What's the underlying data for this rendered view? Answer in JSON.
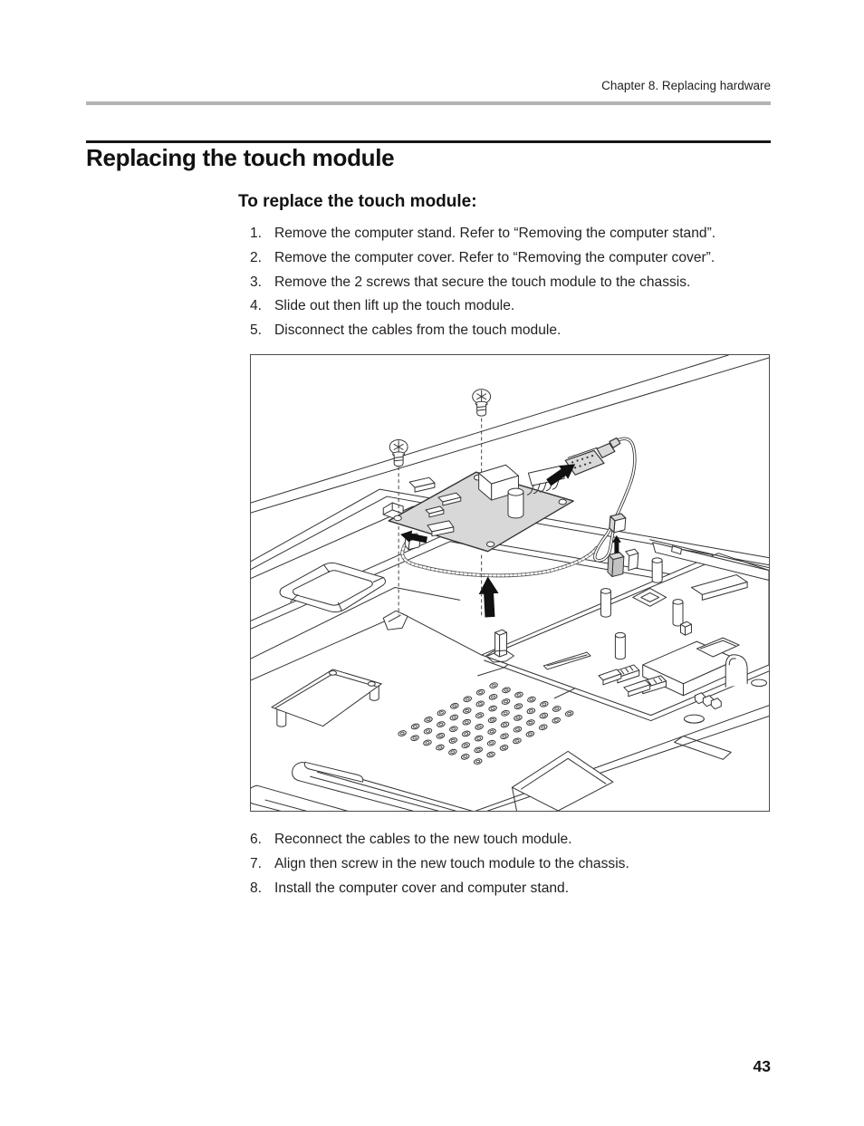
{
  "header": {
    "chapter_label": "Chapter 8. Replacing hardware"
  },
  "title": "Replacing the touch module",
  "section": {
    "heading": "To replace the touch module:",
    "steps_before_figure": [
      {
        "num": "1.",
        "text": "Remove the computer stand. Refer to “Removing the computer stand”."
      },
      {
        "num": "2.",
        "text": "Remove the computer cover. Refer to “Removing the computer cover”."
      },
      {
        "num": "3.",
        "text": "Remove the 2 screws that secure the touch module to the chassis."
      },
      {
        "num": "4.",
        "text": "Slide out then lift up the touch module."
      },
      {
        "num": "5.",
        "text": "Disconnect the cables from the touch module."
      }
    ],
    "steps_after_figure": [
      {
        "num": "6.",
        "text": "Reconnect the cables to the new touch module."
      },
      {
        "num": "7.",
        "text": "Align then screw in the new touch module to the chassis."
      },
      {
        "num": "8.",
        "text": "Install the computer cover and computer stand."
      }
    ]
  },
  "page": {
    "number": "43"
  },
  "colors": {
    "rule_gray": "#b3b3b3",
    "text_black": "#231f20",
    "pcb_fill": "#d8d8d8",
    "connector_fill": "#d9d9d9",
    "arrow_black": "#111111"
  }
}
